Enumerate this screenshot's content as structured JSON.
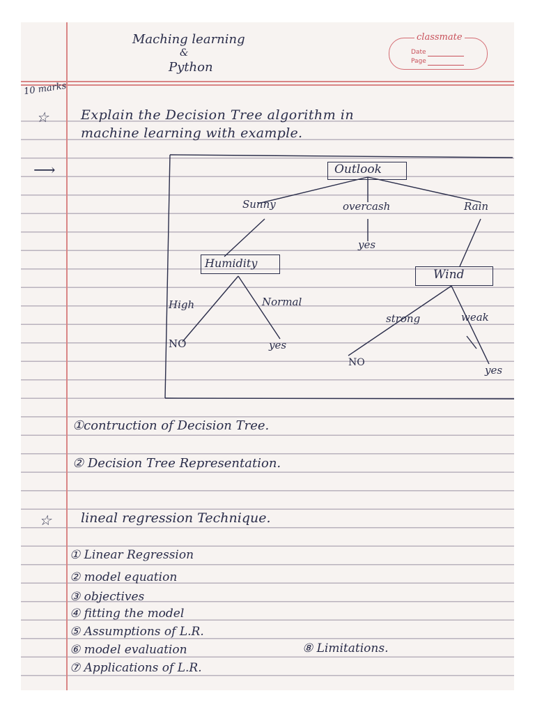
{
  "header": {
    "title_line1": "Maching learning",
    "title_ampersand": "&",
    "title_line2": "Python",
    "brand": "classmate",
    "date_label": "Date",
    "page_label": "Page",
    "marks": "10 marks"
  },
  "question1": {
    "star": "☆",
    "line1": "Explain the Decision Tree algorithm in",
    "line2": "machine learning with example.",
    "arrow": "⟶"
  },
  "diagram": {
    "root": "Outlook",
    "branch_left": "Sunny",
    "branch_mid": "overcash",
    "branch_right": "Rain",
    "mid_leaf": "yes",
    "humidity": "Humidity",
    "wind": "Wind",
    "humidity_left": "High",
    "humidity_right": "Normal",
    "humidity_left_leaf": "NO",
    "humidity_right_leaf": "yes",
    "wind_left": "strong",
    "wind_right": "weak",
    "wind_left_leaf": "NO",
    "wind_right_leaf": "yes"
  },
  "topics": [
    "①contruction of Decision Tree.",
    "② Decision Tree Representation."
  ],
  "question2": {
    "star": "☆",
    "title": "lineal regression Technique."
  },
  "list": [
    "① Linear Regression",
    "② model equation",
    "③ objectives",
    "④ fitting the model",
    "⑤ Assumptions of L.R.",
    "⑥ model evaluation",
    "⑦ Applications of L.R."
  ],
  "list_side": "⑧ Limitations."
}
